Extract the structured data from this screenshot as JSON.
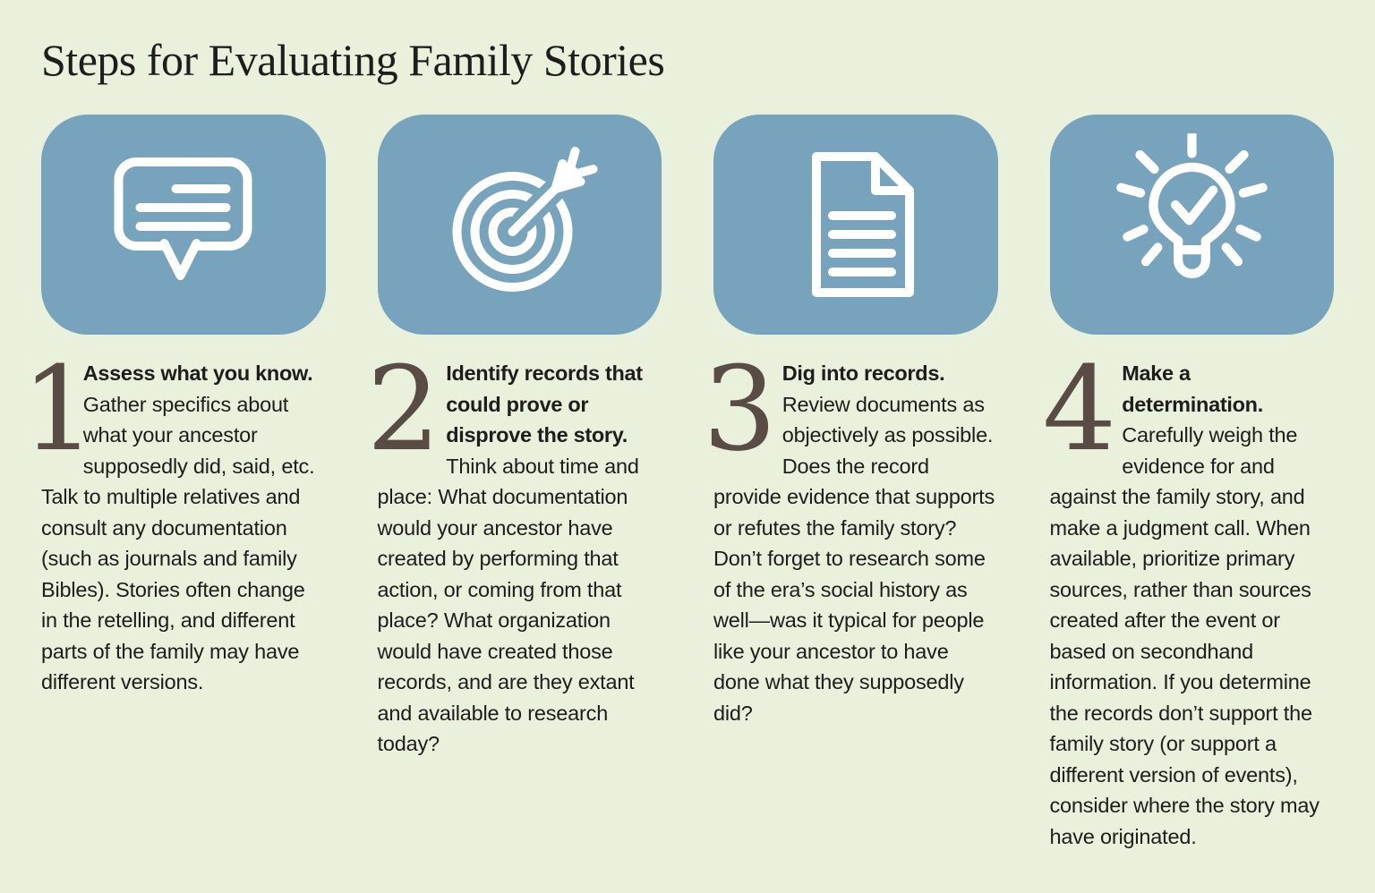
{
  "page": {
    "title": "Steps for Evaluating Family Stories"
  },
  "colors": {
    "bg": "#e9f0db",
    "tile": "#78a3bd",
    "numeral": "#584c44",
    "text": "#1d1d1b",
    "icon": "#ffffff"
  },
  "steps": [
    {
      "number": "1",
      "icon": "speech-bubble-icon",
      "lead": "Assess what you know.",
      "body": "Gather specifics about what your ancestor supposedly did, said, etc. Talk to multiple relatives and consult any documentation (such as journals and family Bibles). Stories often change in the retelling, and different parts of the family may have different versions."
    },
    {
      "number": "2",
      "icon": "target-arrow-icon",
      "lead": "Identify records that could prove or disprove the story.",
      "body": "Think about time and place: What documentation would your ancestor have created by performing that action, or coming from that place? What organization would have created those records, and are they extant and available to research today?"
    },
    {
      "number": "3",
      "icon": "document-icon",
      "lead": "Dig into records.",
      "body": "Review documents as objectively as possible. Does the record provide evidence that supports or refutes the family story? Don’t forget to research some of the era’s social history as well—was it typical for people like your ancestor to have done what they supposedly did?"
    },
    {
      "number": "4",
      "icon": "lightbulb-check-icon",
      "lead": "Make a determination.",
      "body": "Carefully weigh the evidence for and against the family story, and make a judgment call. When available, prioritize primary sources, rather than sources created after the event or based on secondhand information. If you determine the records don’t support the family story (or support a different version of events), consider where the story may have originated."
    }
  ]
}
